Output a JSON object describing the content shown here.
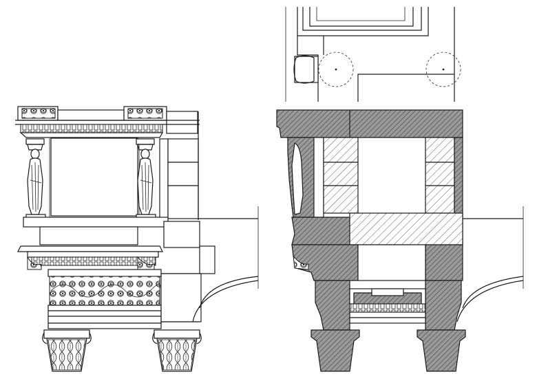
{
  "drawing": {
    "views": [
      "elevation",
      "section",
      "plan"
    ],
    "line_color": "#1a1a1a",
    "section_fill_color": "#8a8a8a",
    "background": "#ffffff"
  }
}
